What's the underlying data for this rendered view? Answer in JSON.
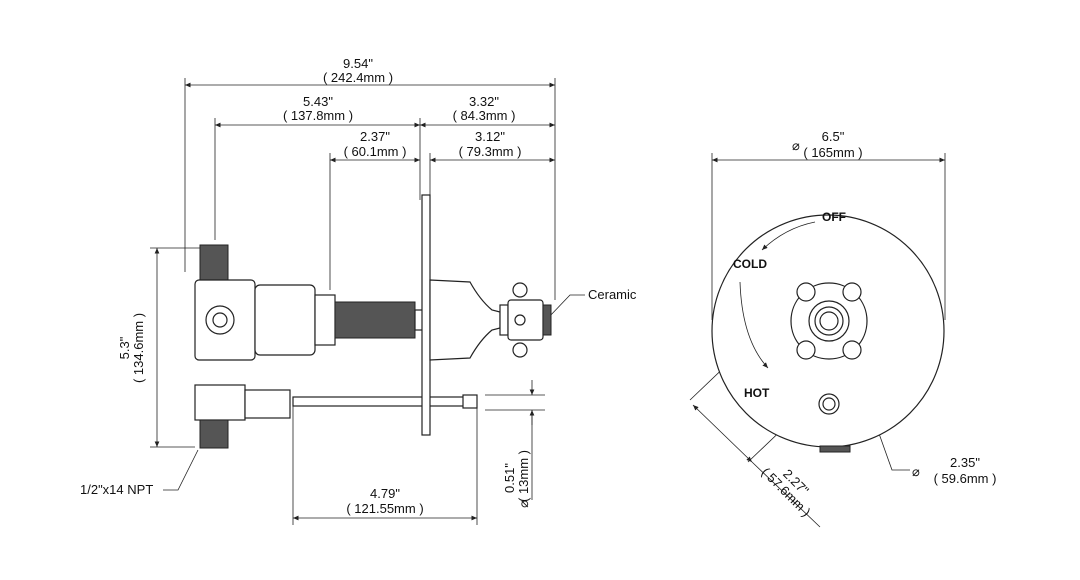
{
  "side_view": {
    "overall_length": {
      "in": "9.54\"",
      "mm": "( 242.4mm )"
    },
    "body_to_plate": {
      "in": "5.43\"",
      "mm": "( 137.8mm )"
    },
    "plate_to_handle": {
      "in": "3.32\"",
      "mm": "( 84.3mm )"
    },
    "stem_length": {
      "in": "2.37\"",
      "mm": "( 60.1mm )"
    },
    "trim_depth": {
      "in": "3.12\"",
      "mm": "( 79.3mm )"
    },
    "height": {
      "in": "5.3\"",
      "mm": "( 134.6mm )"
    },
    "outlet_diameter": {
      "in": "0.51\"",
      "mm": "( 13mm )",
      "symbol": "⌀"
    },
    "outlet_length": {
      "in": "4.79\"",
      "mm": "( 121.55mm )"
    },
    "connection_label": "1/2\"x14 NPT",
    "cartridge_label": "Ceramic"
  },
  "front_view": {
    "plate_diameter": {
      "symbol": "⌀",
      "in": "6.5\"",
      "mm": "( 165mm )"
    },
    "off_label": "OFF",
    "cold_label": "COLD",
    "hot_label": "HOT",
    "handle_diameter": {
      "symbol": "⌀",
      "in": "2.35\"",
      "mm": "( 59.6mm )"
    },
    "handle_offset": {
      "in": "2.27\"",
      "mm": "( 57.6mm )"
    }
  }
}
